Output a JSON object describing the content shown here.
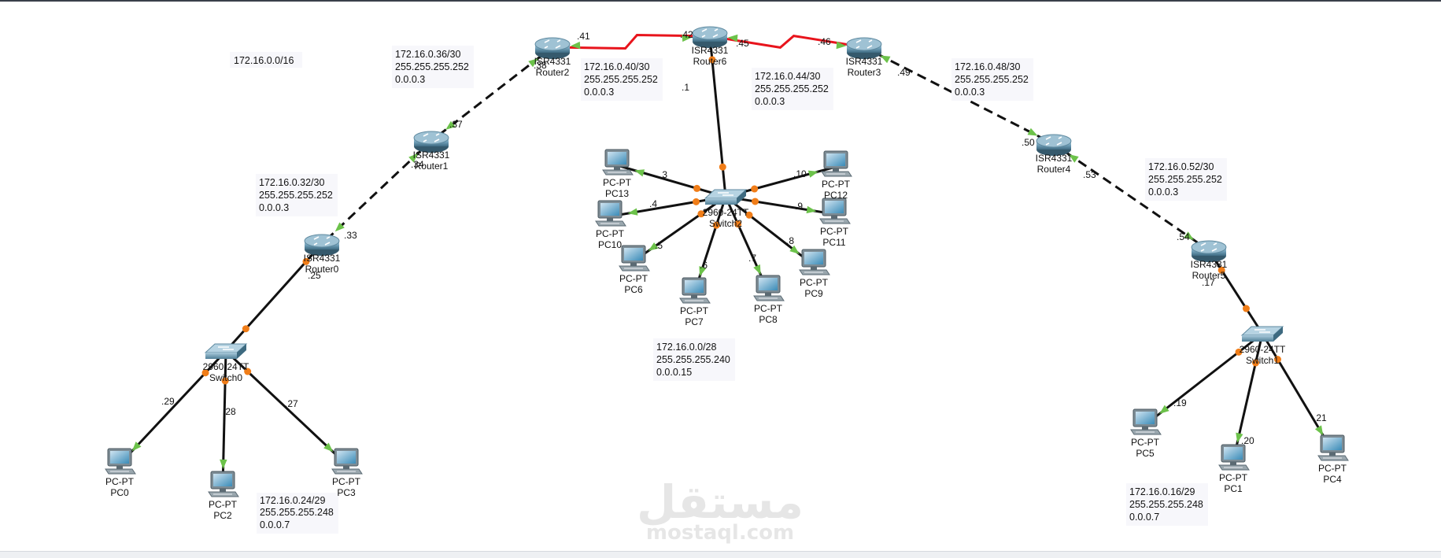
{
  "diagram": {
    "notes": {
      "base": [
        "172.16.0.0/16"
      ],
      "r2_r1": [
        "172.16.0.36/30",
        "255.255.255.252",
        "0.0.0.3"
      ],
      "r2_r6": [
        "172.16.0.40/30",
        "255.255.255.252",
        "0.0.0.3"
      ],
      "r6_r3": [
        "172.16.0.44/30",
        "255.255.255.252",
        "0.0.0.3"
      ],
      "r3_r4": [
        "172.16.0.48/30",
        "255.255.255.252",
        "0.0.0.3"
      ],
      "r1_r0": [
        "172.16.0.32/30",
        "255.255.255.252",
        "0.0.0.3"
      ],
      "r4_r5": [
        "172.16.0.52/30",
        "255.255.255.252",
        "0.0.0.3"
      ],
      "lan_sw2": [
        "172.16.0.0/28",
        "255.255.255.240",
        "0.0.0.15"
      ],
      "lan_sw0": [
        "172.16.0.24/29",
        "255.255.255.248",
        "0.0.0.7"
      ],
      "lan_sw1": [
        "172.16.0.16/29",
        "255.255.255.248",
        "0.0.0.7"
      ]
    },
    "routers": [
      {
        "id": "router2",
        "model": "ISR4331",
        "name": "Router2"
      },
      {
        "id": "router6",
        "model": "ISR4331",
        "name": "Router6"
      },
      {
        "id": "router3",
        "model": "ISR4331",
        "name": "Router3"
      },
      {
        "id": "router1",
        "model": "ISR4331",
        "name": "Router1"
      },
      {
        "id": "router4",
        "model": "ISR4331",
        "name": "Router4"
      },
      {
        "id": "router0",
        "model": "ISR4331",
        "name": "Router0"
      },
      {
        "id": "router5",
        "model": "ISR4331",
        "name": "Router5"
      }
    ],
    "switches": [
      {
        "id": "switch2",
        "model": "2960-24TT",
        "name": "Switch2"
      },
      {
        "id": "switch0",
        "model": "2960-24TT",
        "name": "Switch0"
      },
      {
        "id": "switch1",
        "model": "2960-24TT",
        "name": "Switch1"
      }
    ],
    "pcs": [
      {
        "id": "pc13",
        "type": "PC-PT",
        "name": "PC13"
      },
      {
        "id": "pc10",
        "type": "PC-PT",
        "name": "PC10"
      },
      {
        "id": "pc6",
        "type": "PC-PT",
        "name": "PC6"
      },
      {
        "id": "pc7",
        "type": "PC-PT",
        "name": "PC7"
      },
      {
        "id": "pc8",
        "type": "PC-PT",
        "name": "PC8"
      },
      {
        "id": "pc9",
        "type": "PC-PT",
        "name": "PC9"
      },
      {
        "id": "pc11",
        "type": "PC-PT",
        "name": "PC11"
      },
      {
        "id": "pc12",
        "type": "PC-PT",
        "name": "PC12"
      },
      {
        "id": "pc0",
        "type": "PC-PT",
        "name": "PC0"
      },
      {
        "id": "pc2",
        "type": "PC-PT",
        "name": "PC2"
      },
      {
        "id": "pc3",
        "type": "PC-PT",
        "name": "PC3"
      },
      {
        "id": "pc5",
        "type": "PC-PT",
        "name": "PC5"
      },
      {
        "id": "pc1",
        "type": "PC-PT",
        "name": "PC1"
      },
      {
        "id": "pc4",
        "type": "PC-PT",
        "name": "PC4"
      }
    ],
    "ports": {
      "r2_to_r6": ".41",
      "r6_to_r2": ".42",
      "r6_to_r3": ".45",
      "r3_to_r6": ".46",
      "r2_to_r1": ".38",
      "r1_to_r2": ".37",
      "r6_lan": ".1",
      "r3_to_r4": ".49",
      "r4_to_r3": ".50",
      "r1_to_r0": ".34",
      "r0_to_r1": ".33",
      "r0_lan": ".25",
      "r4_to_r5": ".53",
      "r5_to_r4": ".54",
      "r5_lan": ".17",
      "pc13": ".3",
      "pc10": ".4",
      "pc6": ".5",
      "pc7": ".6",
      "pc8": ".7",
      "pc9": ".8",
      "pc11": ".9",
      "pc12": ".10",
      "pc0": ".29",
      "pc2": ".28",
      "pc3": ".27",
      "pc5": ".19",
      "pc1": ".20",
      "pc4": ".21"
    },
    "watermark": {
      "arabic": "مستقل",
      "latin": "mostaql.com"
    },
    "colors": {
      "serial": "#e8141c",
      "copper": "#111111",
      "link_up": "#6cc24a",
      "port_dot": "#f07d18",
      "device": "#5b8fa8"
    }
  }
}
